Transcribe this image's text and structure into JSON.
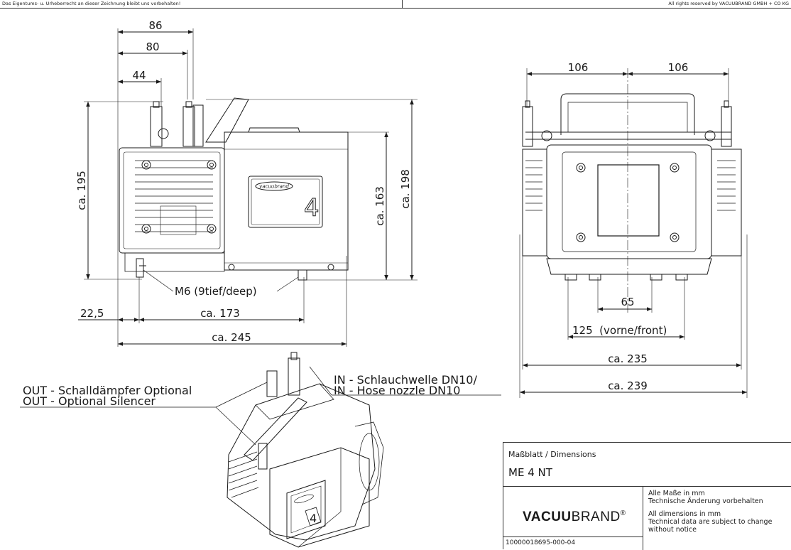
{
  "header": {
    "left_notice": "Das Eigentums- u. Urheberrecht an dieser Zeichnung bleibt uns vorbehalten!",
    "right_notice": "All rights reserved by VACUUBRAND GMBH + CO KG"
  },
  "side_view": {
    "dim_top_1": "86",
    "dim_top_2": "80",
    "dim_top_3": "44",
    "dim_height_left": "ca. 195",
    "dim_height_mid": "ca. 163",
    "dim_height_right": "ca. 198",
    "mount_thread": "M6 (9tief/deep)",
    "dim_offset": "22,5",
    "dim_foot_span": "ca. 173",
    "dim_length": "ca. 245",
    "nameplate_brand": "vacuubrand",
    "nameplate_model": "4"
  },
  "front_view": {
    "dim_half_left": "106",
    "dim_half_right": "106",
    "dim_inner_feet": "65",
    "dim_front_feet": "125  (vorne/front)",
    "dim_width_1": "ca. 235",
    "dim_width_2": "ca. 239"
  },
  "iso_view": {
    "out_label_de": "OUT - Schalldämpfer Optional",
    "out_label_en": "OUT - Optional Silencer",
    "in_label_de": "IN - Schlauchwelle DN10/",
    "in_label_en": "IN - Hose nozzle DN10",
    "nameplate_model": "4"
  },
  "title_block": {
    "sheet_title": "Maßblatt / Dimensions",
    "model": "ME 4 NT",
    "logo_bold": "VACUU",
    "logo_regular": "BRAND",
    "logo_mark": "®",
    "note_de_1": "Alle Maße in mm",
    "note_de_2": "Technische Änderung vorbehalten",
    "note_en_1": "All dimensions in mm",
    "note_en_2": "Technical data are subject to change",
    "note_en_3": "without notice",
    "doc_number": "10000018695-000-04"
  }
}
